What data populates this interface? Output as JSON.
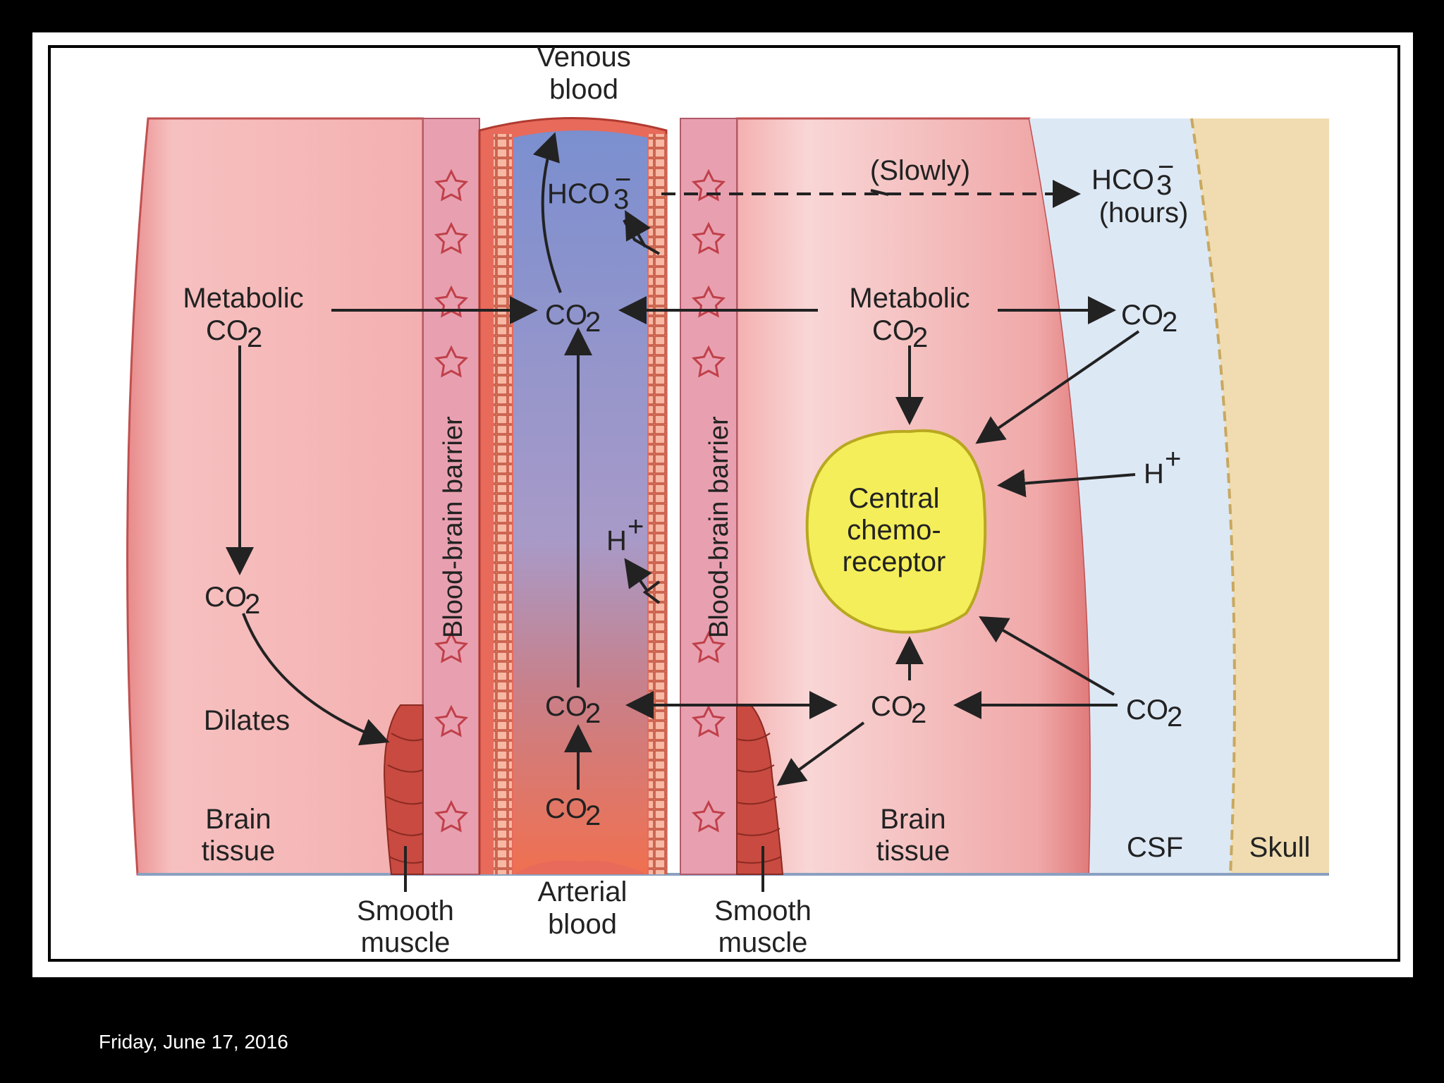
{
  "diagram": {
    "labels": {
      "venous_blood_line1": "Venous",
      "venous_blood_line2": "blood",
      "arterial_blood_line1": "Arterial",
      "arterial_blood_line2": "blood",
      "bbb_left": "Blood-brain barrier",
      "bbb_right": "Blood-brain barrier",
      "hco3_vessel": "HCO",
      "hco3_csf": "HCO",
      "hco3_sub": "3",
      "hco3_sup": "−",
      "slowly": "(Slowly)",
      "hours": "(hours)",
      "metabolic_left_line1": "Metabolic",
      "metabolic_right_line1": "Metabolic",
      "co2_main": "CO",
      "co2_sub": "2",
      "h_plus": "H",
      "plus_sup": "+",
      "central_line1": "Central",
      "central_line2": "chemo-",
      "central_line3": "receptor",
      "dilates": "Dilates",
      "brain_tissue_line1": "Brain",
      "brain_tissue_line2": "tissue",
      "csf": "CSF",
      "skull": "Skull",
      "smooth_muscle_line1": "Smooth",
      "smooth_muscle_line2": "muscle"
    },
    "colors": {
      "brain_tissue": "#f4b2b2",
      "csf": "#dde8f5",
      "skull": "#f0dcb0",
      "barrier": "#e8a0b0",
      "vessel_top": "#7b8fcf",
      "vessel_bottom": "#f07050",
      "chemoreceptor": "#f4ee5a",
      "smooth_muscle": "#c84a40"
    }
  },
  "footer": {
    "date": "Friday, June 17, 2016"
  }
}
